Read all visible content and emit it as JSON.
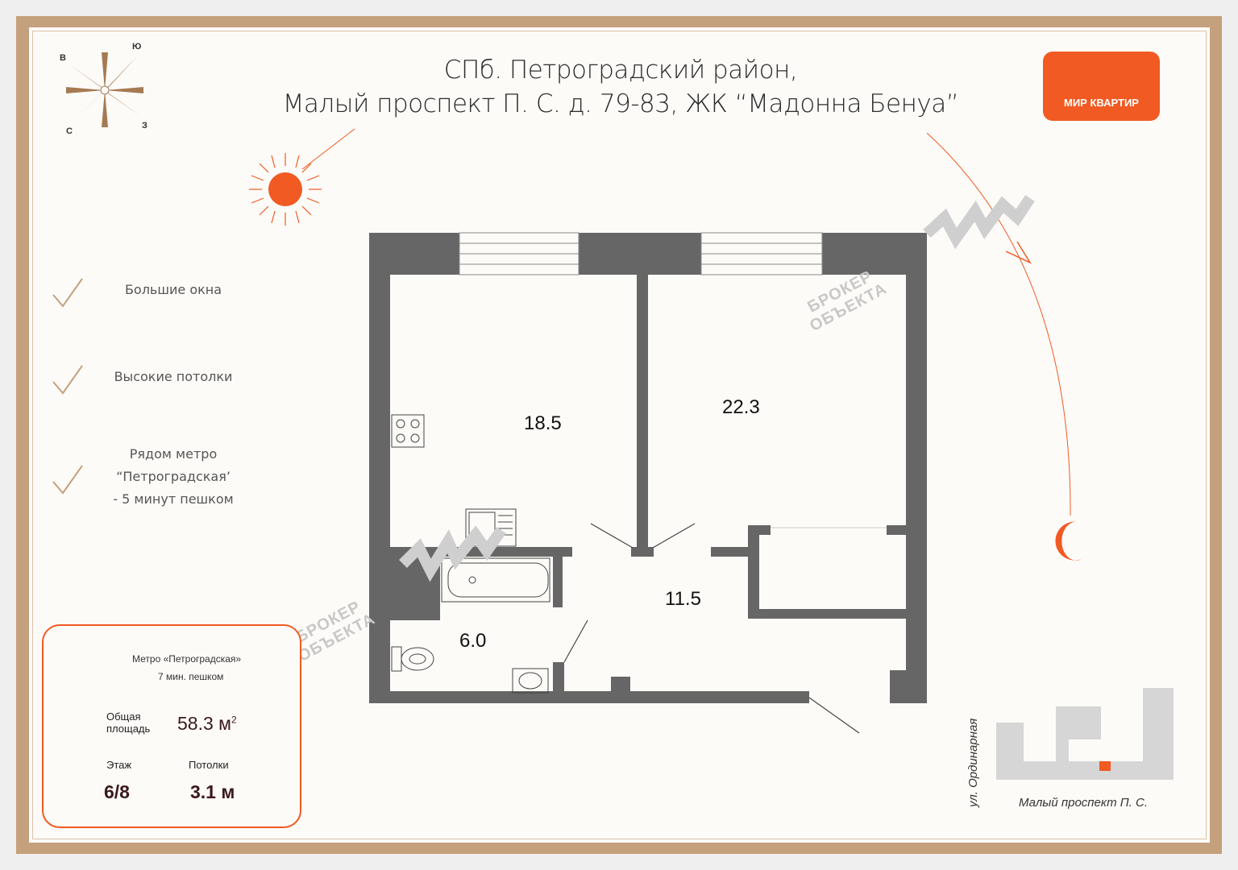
{
  "title": {
    "line1": "СПб. Петроградский район,",
    "line2": "Малый проспект П. С. д. 79-83, ЖК “Мадонна Бенуа”"
  },
  "logo": {
    "text": "МИР КВАРТИР",
    "color": "#f15a22"
  },
  "compass": {
    "north": "Ю",
    "west": "В",
    "south": "С",
    "east": "З"
  },
  "features": [
    {
      "lines": [
        "Большие окна"
      ]
    },
    {
      "lines": [
        "Высокие потолки"
      ]
    },
    {
      "lines": [
        "Рядом метро",
        "“Петроградская’",
        "- 5 минут пешком"
      ]
    }
  ],
  "rooms": {
    "kitchen": "18.5",
    "living": "22.3",
    "hall": "11.5",
    "bath": "6.0"
  },
  "watermark": {
    "line1": "БРОКЕР",
    "line2": "ОБЪЕКТА"
  },
  "info": {
    "metro_name": "Метро «Петроградская»",
    "metro_walk": "7 мин. пешком",
    "area_label_1": "Общая",
    "area_label_2": "площадь",
    "area_value": "58.3 м",
    "area_sup": "2",
    "floor_label": "Этаж",
    "floor_value": "6/8",
    "ceiling_label": "Потолки",
    "ceiling_value": "3.1 м"
  },
  "location": {
    "street_vertical": "ул. Ординарная",
    "street_horizontal": "Малый проспект П. С."
  },
  "colors": {
    "accent": "#f15a22",
    "frame": "#c4a07c",
    "wall": "#666666"
  }
}
